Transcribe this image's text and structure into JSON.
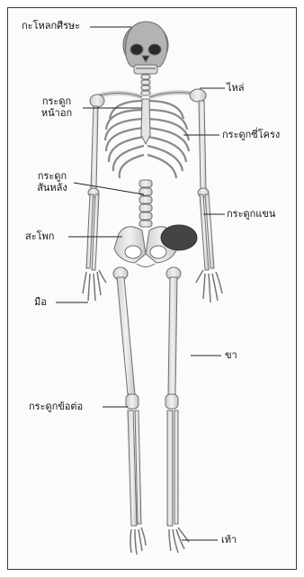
{
  "labels": {
    "skull": "กะโหลกศีรษะ",
    "shoulder": "ไหล่",
    "sternum_1": "กระดูก",
    "sternum_2": "หน้าอก",
    "ribs": "กระดูกซี่โครง",
    "spine_1": "กระดูก",
    "spine_2": "สันหลัง",
    "arm": "กระดูกแขน",
    "pelvis": "สะโพก",
    "hand": "มือ",
    "leg": "ขา",
    "joint": "กระดูกข้อต่อ",
    "foot": "เท้า"
  },
  "colors": {
    "bone_fill": "#e6e6e6",
    "bone_stroke": "#6e6e6e",
    "shadow": "#3c3c3c",
    "leader_line": "#222222",
    "frame_border": "#3a3a3a",
    "text": "#111111"
  }
}
